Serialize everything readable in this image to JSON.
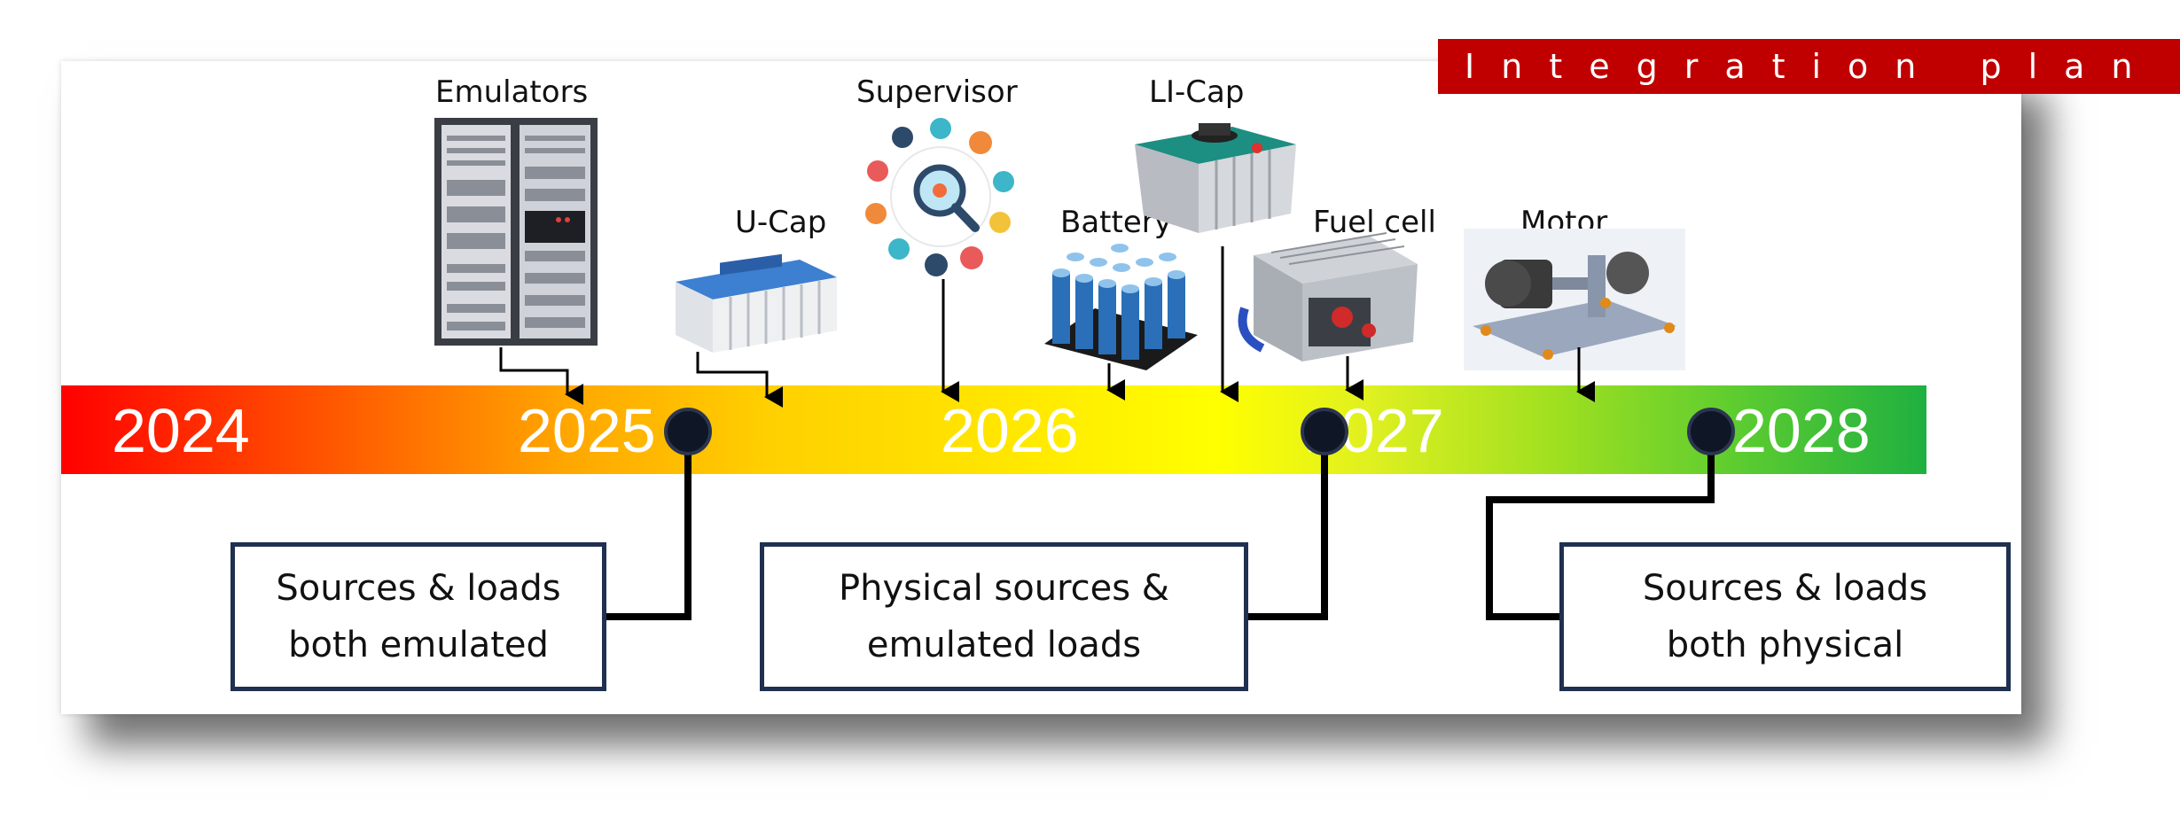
{
  "banner": {
    "title": "Integration plan"
  },
  "timeline": {
    "years": [
      "2024",
      "2025",
      "2026",
      "2027",
      "2028"
    ]
  },
  "components": [
    {
      "label": "Emulators",
      "icon": "server-rack-icon"
    },
    {
      "label": "U-Cap",
      "icon": "ultracapacitor-icon"
    },
    {
      "label": "Supervisor",
      "icon": "supervisor-analytics-icon"
    },
    {
      "label": "Battery",
      "icon": "battery-pack-icon"
    },
    {
      "label": "LI-Cap",
      "icon": "lithium-capacitor-icon"
    },
    {
      "label": "Fuel cell",
      "icon": "fuel-cell-icon"
    },
    {
      "label": "Motor",
      "icon": "motor-test-bench-icon"
    }
  ],
  "stages": [
    {
      "text": "Sources & loads\nboth emulated"
    },
    {
      "text": "Physical sources &\nemulated loads"
    },
    {
      "text": "Sources & loads\nboth physical"
    }
  ],
  "colors": {
    "banner": "#c00000",
    "milestone": "#0f1626",
    "box_border": "#1f3050",
    "gradient_start": "#ff0000",
    "gradient_end": "#1fb040"
  }
}
